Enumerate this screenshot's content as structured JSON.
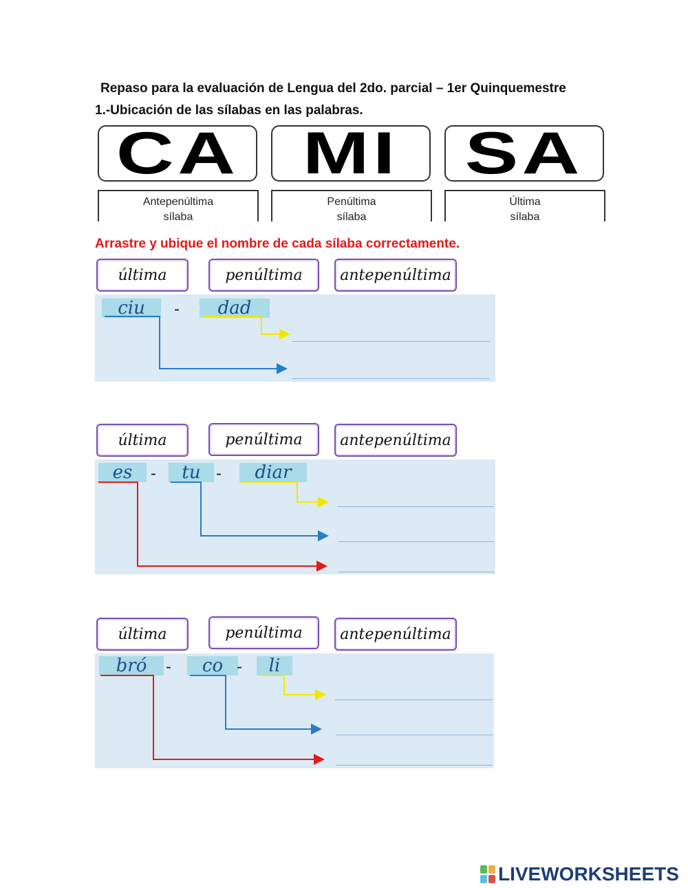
{
  "header": {
    "title": "Repaso para la evaluación de Lengua del 2do. parcial – 1er Quinquemestre",
    "subtitle": "1.-Ubicación de las sílabas en las palabras."
  },
  "example": {
    "syllables": [
      "CA",
      "MI",
      "SA"
    ],
    "labels": [
      {
        "line1": "Antepenúltima",
        "line2": "sílaba"
      },
      {
        "line1": "Penúltima",
        "line2": "sílaba"
      },
      {
        "line1": "Última",
        "line2": "sílaba"
      }
    ]
  },
  "instruction": "Arrastre y ubique el nombre de cada sílaba correctamente.",
  "exercises": [
    {
      "options": [
        "última",
        "penúltima",
        "antepenúltima"
      ],
      "syllables": [
        "ciu",
        "dad"
      ],
      "separator": "-"
    },
    {
      "options": [
        "última",
        "penúltima",
        "antepenúltima"
      ],
      "syllables": [
        "es",
        "tu",
        "diar"
      ],
      "separator": "-"
    },
    {
      "options": [
        "última",
        "penúltima",
        "antepenúltima"
      ],
      "syllables": [
        "bró",
        "co",
        "li"
      ],
      "separator": "-"
    }
  ],
  "colors": {
    "instruction": "#e21a1a",
    "arrow_yellow": "#f2e600",
    "arrow_blue": "#2a7cc7",
    "arrow_red": "#e21a1a",
    "panel": "#dbeaf4",
    "chip": "#a9dbe8",
    "pill_border": "#7a4fb0",
    "brand": "#1c3d78"
  },
  "footer": {
    "brand": "LIVEWORKSHEETS",
    "logo_icon": "liveworksheets-logo-icon"
  }
}
